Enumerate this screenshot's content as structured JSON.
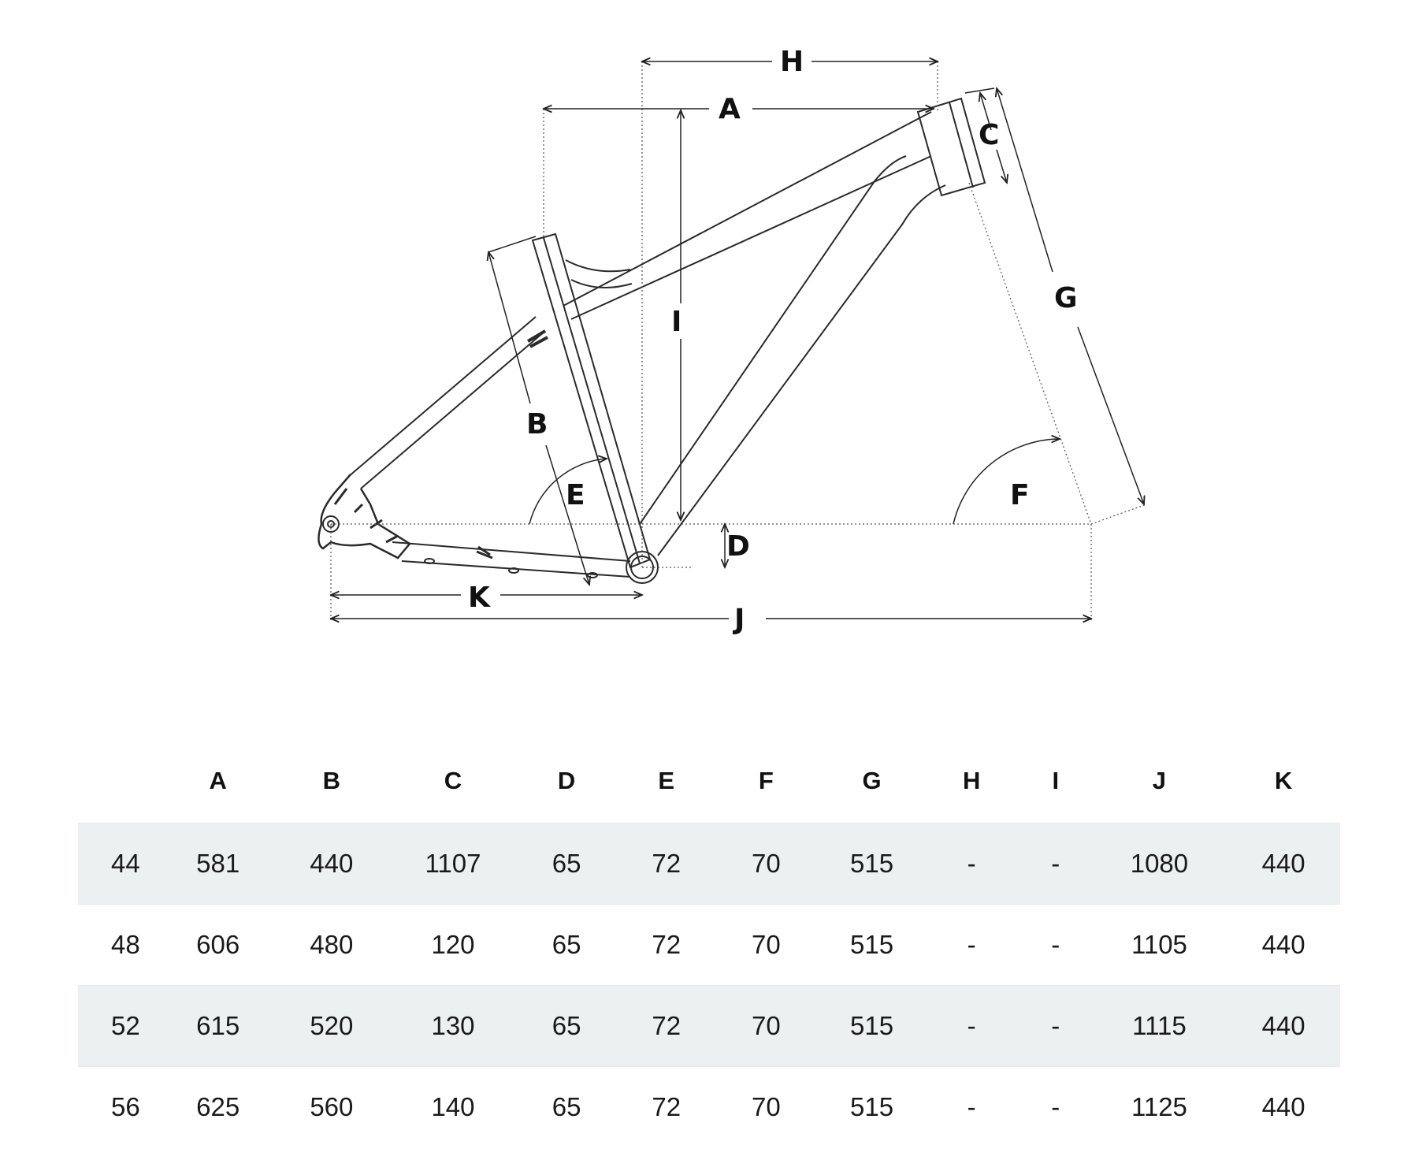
{
  "diagram": {
    "labels": {
      "A": "A",
      "B": "B",
      "C": "C",
      "D": "D",
      "E": "E",
      "F": "F",
      "G": "G",
      "H": "H",
      "I": "I",
      "J": "J",
      "K": "K"
    },
    "line_color": "#2a2a2a"
  },
  "table": {
    "columns": [
      "",
      "A",
      "B",
      "C",
      "D",
      "E",
      "F",
      "G",
      "H",
      "I",
      "J",
      "K"
    ],
    "rows": [
      [
        "44",
        "581",
        "440",
        "1107",
        "65",
        "72",
        "70",
        "515",
        "-",
        "-",
        "1080",
        "440"
      ],
      [
        "48",
        "606",
        "480",
        "120",
        "65",
        "72",
        "70",
        "515",
        "-",
        "-",
        "1105",
        "440"
      ],
      [
        "52",
        "615",
        "520",
        "130",
        "65",
        "72",
        "70",
        "515",
        "-",
        "-",
        "1115",
        "440"
      ],
      [
        "56",
        "625",
        "560",
        "140",
        "65",
        "72",
        "70",
        "515",
        "-",
        "-",
        "1125",
        "440"
      ]
    ],
    "row_shading": "#edf0f0"
  }
}
